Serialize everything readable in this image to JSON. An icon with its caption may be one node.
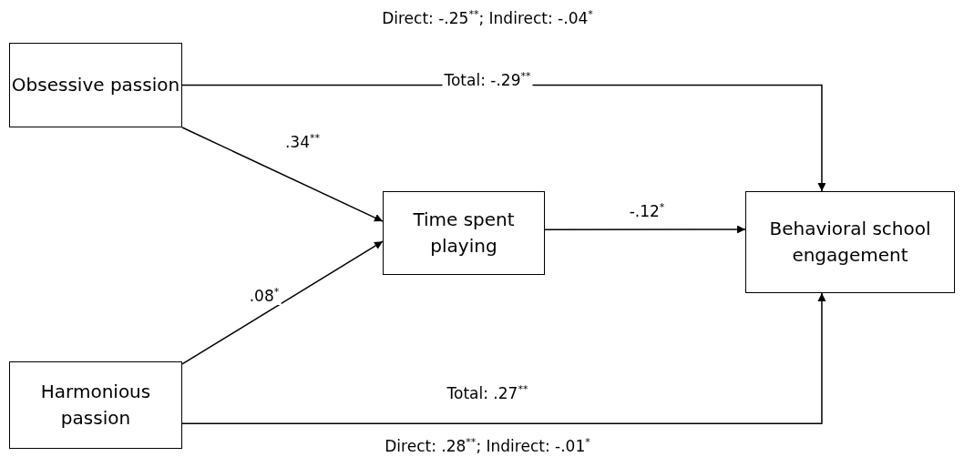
{
  "diagram": {
    "nodes": [
      {
        "text": [
          "Obsessive passion"
        ]
      },
      {
        "text": [
          "Time spent playing"
        ]
      },
      {
        "text": [
          "Behavioral school engagement"
        ]
      },
      {
        "text": [
          "Harmonious passion"
        ]
      }
    ],
    "edges": [
      {
        "from": 0,
        "to": 2,
        "arrow": "to",
        "label": "Total: -.29$^{**}$"
      },
      {
        "from": 0,
        "to": 1,
        "arrow": "to",
        "label": ".34$^{**}$"
      },
      {
        "from": 3,
        "to": 1,
        "arrow": "to",
        "label": ".08$^{*}$"
      },
      {
        "from": 1,
        "to": 2,
        "arrow": "to",
        "label": "-.12$^{*}$"
      },
      {
        "from": 3,
        "to": 2,
        "arrow": "to",
        "label": "Total: .27$^{**}$"
      }
    ],
    "labels": [
      "Direct: -.25$^{**}$; Indirect: -.04$^{*}$",
      "Direct: .28$^{**}$; Indirect: -.01$^{*}$"
    ]
  }
}
